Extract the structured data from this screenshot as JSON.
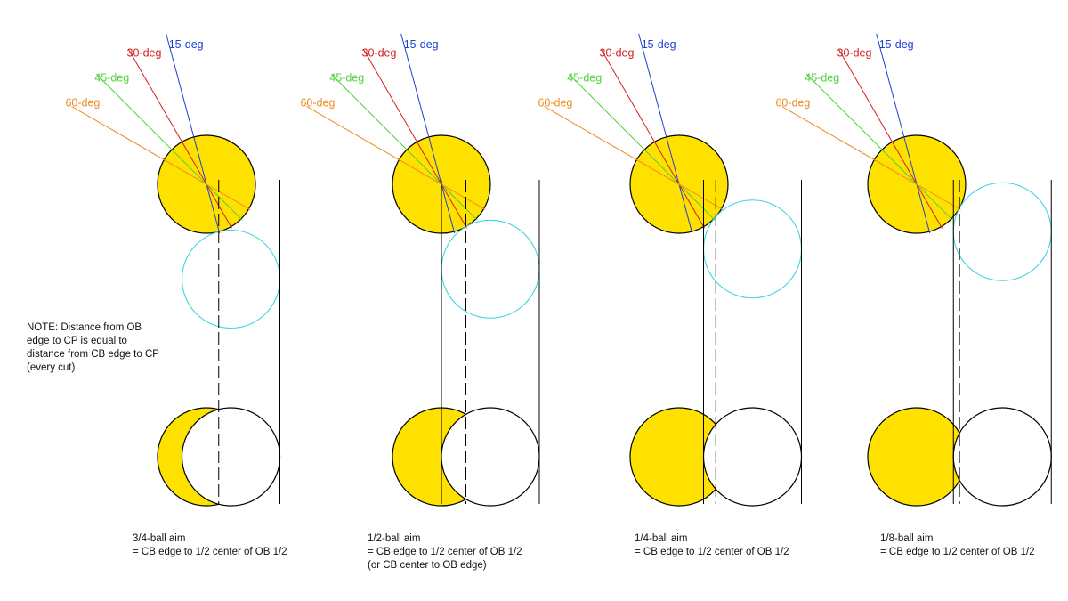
{
  "colors": {
    "object_ball_fill": "#ffe100",
    "cue_ball_fill": "#ffffff",
    "ghost_ball_stroke": "#3fd6e0",
    "line_15": "#1f3fd0",
    "line_30": "#d41f1f",
    "line_45": "#4fd03a",
    "line_60": "#f08a20",
    "outline": "#000000"
  },
  "angle_lines": [
    {
      "label": "15-deg",
      "angle_deg": 15,
      "color_key": "line_15"
    },
    {
      "label": "30-deg",
      "angle_deg": 30,
      "color_key": "line_30"
    },
    {
      "label": "45-deg",
      "angle_deg": 45,
      "color_key": "line_45"
    },
    {
      "label": "60-deg",
      "angle_deg": 60,
      "color_key": "line_60"
    }
  ],
  "note": [
    "NOTE:  Distance from OB",
    "edge to CP is equal to",
    "distance from CB edge to CP",
    "(every cut)"
  ],
  "panels": [
    {
      "name": "three-quarter-ball",
      "overlap_fraction": 0.75,
      "caption": [
        "3/4-ball aim",
        "= CB edge to 1/2 center of OB 1/2"
      ]
    },
    {
      "name": "half-ball",
      "overlap_fraction": 0.5,
      "caption": [
        "1/2-ball aim",
        "= CB edge to 1/2 center of OB 1/2",
        "(or CB center to OB edge)"
      ]
    },
    {
      "name": "quarter-ball",
      "overlap_fraction": 0.25,
      "caption": [
        "1/4-ball aim",
        "= CB edge to 1/2 center of OB 1/2"
      ]
    },
    {
      "name": "eighth-ball",
      "overlap_fraction": 0.125,
      "caption": [
        "1/8-ball aim",
        "= CB edge to 1/2 center of OB 1/2"
      ]
    }
  ]
}
